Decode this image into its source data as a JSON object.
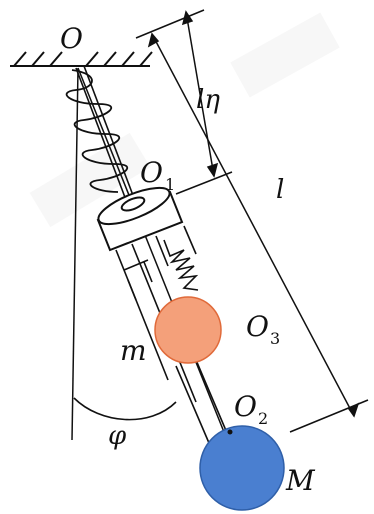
{
  "labels": {
    "pivot": "O",
    "collar_center": "O",
    "collar_center_sub": "1",
    "small_mass_center": "O",
    "small_mass_center_sub": "3",
    "big_mass_center": "O",
    "big_mass_center_sub": "2",
    "small_mass": "m",
    "big_mass": "M",
    "angle": "φ",
    "length": "l",
    "offset": "lη"
  },
  "colors": {
    "small_mass_fill": "#f4a07a",
    "small_mass_stroke": "#e06a3a",
    "big_mass_fill": "#4a7fd0",
    "big_mass_stroke": "#2f5fa8",
    "line": "#111111"
  }
}
